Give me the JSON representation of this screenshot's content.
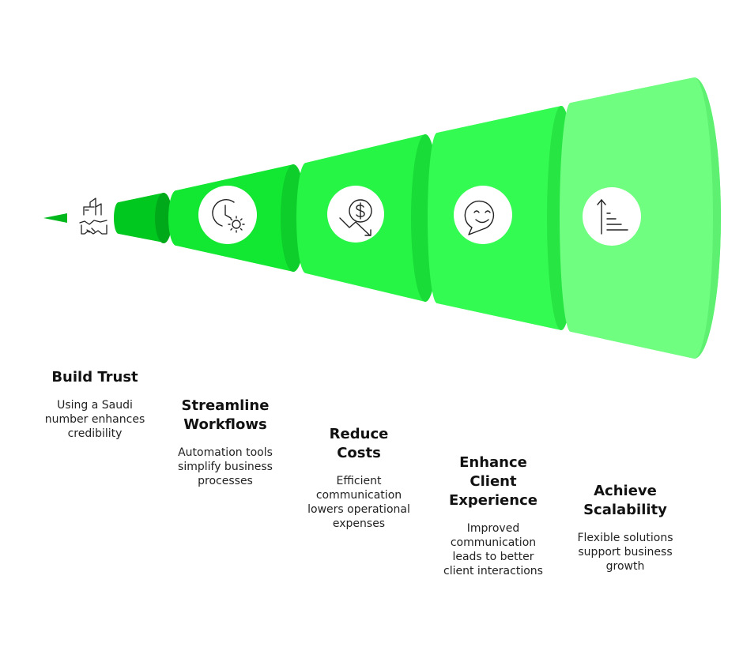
{
  "stages": [
    {
      "title": "Build Trust",
      "description": "Using a Saudi number enhances credibility",
      "icon": "handshake-buildings-icon",
      "color": "#00c81e"
    },
    {
      "title": "Streamline Workflows",
      "description": "Automation tools simplify business processes",
      "icon": "clock-gear-icon",
      "color": "#12e832"
    },
    {
      "title": "Reduce Costs",
      "description": "Efficient communication lowers operational expenses",
      "icon": "dollar-down-arrow-icon",
      "color": "#26f545"
    },
    {
      "title": "Enhance Client Experience",
      "description": "Improved communication leads to better client interactions",
      "icon": "smile-speech-bubble-icon",
      "color": "#34fb52"
    },
    {
      "title": "Achieve Scalability",
      "description": "Flexible solutions support business growth",
      "icon": "growth-bars-icon",
      "color": "#6ffe80"
    }
  ]
}
